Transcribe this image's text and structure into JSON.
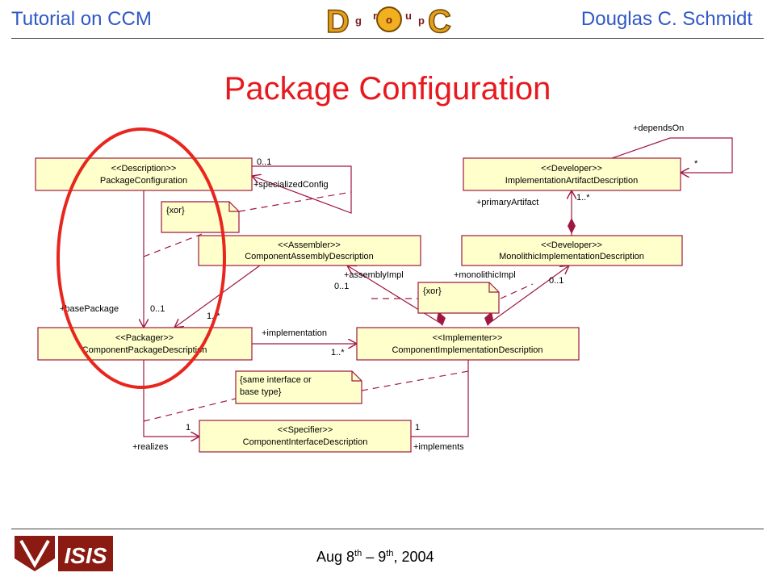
{
  "header": {
    "left": "Tutorial on CCM",
    "right": "Douglas C. Schmidt",
    "logo_letters": [
      "D",
      "g",
      "r",
      "o",
      "u",
      "p",
      "C"
    ]
  },
  "title": "Package Configuration",
  "footer": {
    "date_prefix": "Aug 8",
    "date_sup1": "th",
    "date_mid": " – 9",
    "date_sup2": "th",
    "date_suffix": ", 2004",
    "vu_logo_text": "ISIS"
  },
  "diagram": {
    "classes": {
      "package_configuration": {
        "stereotype": "<<Description>>",
        "name": "PackageConfiguration"
      },
      "component_assembly": {
        "stereotype": "<<Assembler>>",
        "name": "ComponentAssemblyDescription"
      },
      "component_package": {
        "stereotype": "<<Packager>>",
        "name": "ComponentPackageDescription"
      },
      "component_interface": {
        "stereotype": "<<Specifier>>",
        "name": "ComponentInterfaceDescription"
      },
      "impl_artifact": {
        "stereotype": "<<Developer>>",
        "name": "ImplementationArtifactDescription"
      },
      "monolithic_impl": {
        "stereotype": "<<Developer>>",
        "name": "MonolithicImplementationDescription"
      },
      "component_impl": {
        "stereotype": "<<Implementer>>",
        "name": "ComponentImplementationDescription"
      }
    },
    "notes": {
      "xor_left": "{xor}",
      "xor_mid": "{xor}",
      "same_interface_line1": "{same interface or",
      "same_interface_line2": "base type}"
    },
    "labels": {
      "specialized_mult": "0..1",
      "specialized_role": "+specializedConfig",
      "base_package_role": "+basePackage",
      "base_package_mult": "0..1",
      "assembly_pkg_mult": "1..*",
      "implementation_role": "+implementation",
      "implementation_mult": "1..*",
      "assembly_impl_role": "+assemblyImpl",
      "assembly_impl_mult": "0..1",
      "monolithic_impl_role": "+monolithicImpl",
      "monolithic_impl_mult": "0..1",
      "primary_artifact_role": "+primaryArtifact",
      "primary_artifact_mult": "1..*",
      "depends_on_role": "+dependsOn",
      "depends_on_mult": "*",
      "realizes_role": "+realizes",
      "realizes_mult": "1",
      "implements_role": "+implements",
      "implements_mult": "1"
    }
  },
  "colors": {
    "header_text": "#2f57c7",
    "title_text": "#e8191e",
    "class_fill": "#ffffcc",
    "line": "#a01840",
    "highlight": "#e8261e"
  }
}
